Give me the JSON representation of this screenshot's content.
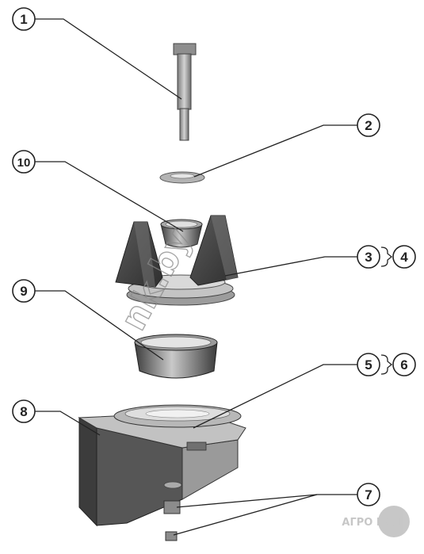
{
  "callouts": [
    {
      "id": "1",
      "label": "1"
    },
    {
      "id": "2",
      "label": "2"
    },
    {
      "id": "3",
      "label": "3"
    },
    {
      "id": "4",
      "label": "4"
    },
    {
      "id": "5",
      "label": "5"
    },
    {
      "id": "6",
      "label": "6"
    },
    {
      "id": "7",
      "label": "7"
    },
    {
      "id": "8",
      "label": "8"
    },
    {
      "id": "9",
      "label": "9"
    },
    {
      "id": "10",
      "label": "10"
    }
  ],
  "watermark": "nk.by",
  "logo": "АГРО ГКЛ",
  "colors": {
    "part_fill": "#bdbdbd",
    "part_dark": "#4a4a4a",
    "line": "#222222",
    "logo": "#9a9a9a"
  }
}
